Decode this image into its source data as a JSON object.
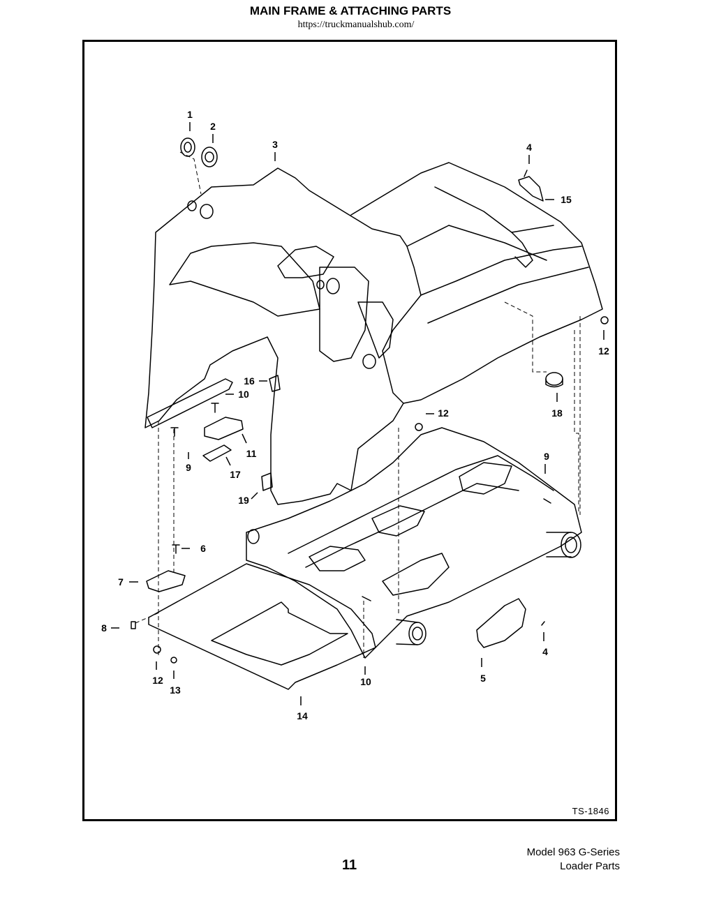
{
  "header": {
    "title": "MAIN FRAME & ATTACHING PARTS",
    "url": "https://truckmanualshub.com/"
  },
  "diagram": {
    "drawing_id": "TS-1846",
    "callouts": [
      "1",
      "2",
      "3",
      "4",
      "15",
      "12",
      "18",
      "16",
      "10",
      "12",
      "9",
      "11",
      "17",
      "9",
      "19",
      "6",
      "7",
      "8",
      "12",
      "13",
      "14",
      "10",
      "5",
      "4"
    ]
  },
  "footer": {
    "page_number": "11",
    "model_line": "Model 963 G-Series",
    "doc_line": "Loader Parts"
  }
}
